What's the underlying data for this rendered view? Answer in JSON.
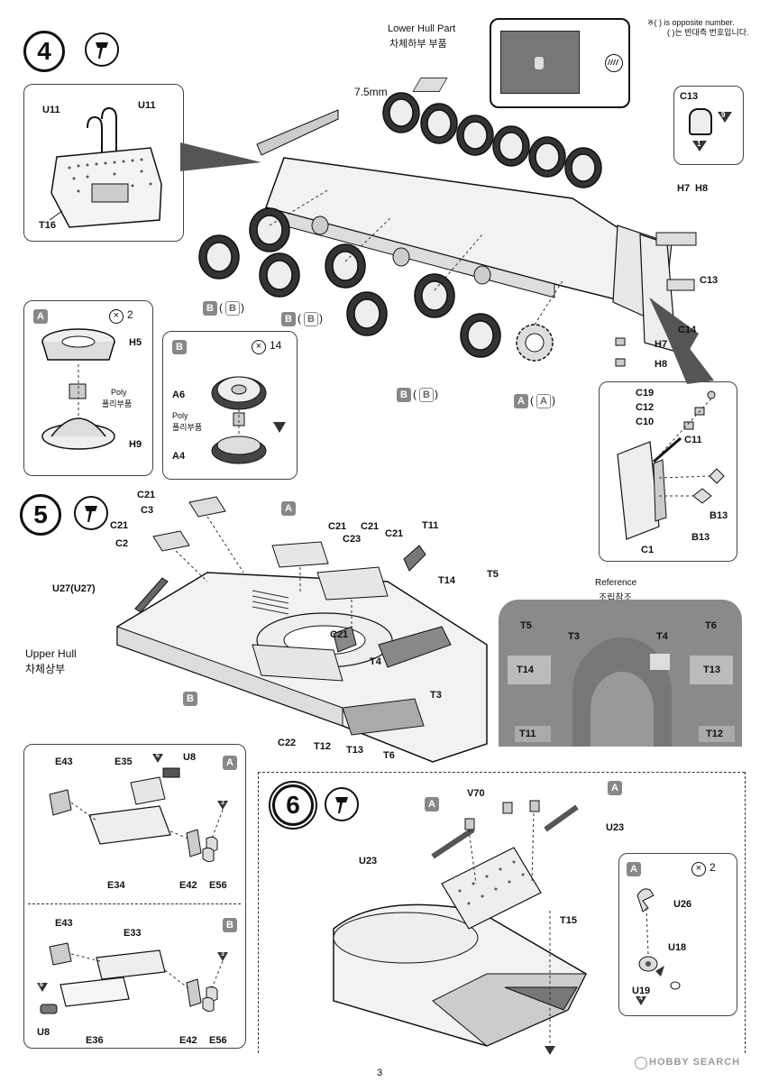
{
  "note": {
    "line1": "※( ) is opposite number.",
    "line2": "( )는 반대측 번호입니다."
  },
  "step4": {
    "number": "4",
    "lower_hull_label_en": "Lower Hull Part",
    "lower_hull_label_kr": "차체하부 부품",
    "dim": "7.5mm",
    "inset_u11_left": "U11",
    "inset_u11_right": "U11",
    "inset_t16": "T16",
    "c13_panel_label": "C13",
    "c13_panel_badge": "9",
    "c13_panel_badge2": "1",
    "h7_top": "H7",
    "h8_top": "H8",
    "c13": "C13",
    "c14": "C14",
    "h7": "H7",
    "h8": "H8",
    "b_left": "B",
    "b_left_paren": "B",
    "b_mid": "B",
    "b_mid_paren": "B",
    "b_bottom": "B",
    "b_bottom_paren": "B",
    "a_sprocket": "A",
    "a_sprocket_paren": "A",
    "sub_a": {
      "tag": "A",
      "count": "2",
      "h5": "H5",
      "poly_en": "Poly",
      "poly_kr": "폴리부품",
      "h9": "H9"
    },
    "sub_b": {
      "tag": "B",
      "count": "14",
      "a6": "A6",
      "poly_en": "Poly",
      "poly_kr": "폴리부품",
      "a4": "A4"
    },
    "sub_c": {
      "c19": "C19",
      "c12": "C12",
      "c10": "C10",
      "c11": "C11",
      "b13a": "B13",
      "b13b": "B13",
      "c1": "C1"
    }
  },
  "step5": {
    "number": "5",
    "c21a": "C21",
    "c3": "C3",
    "c21b": "C21",
    "c2": "C2",
    "a_tag": "A",
    "c21c": "C21",
    "c21d": "C21",
    "c23": "C23",
    "c21e": "C21",
    "t11": "T11",
    "u27": "U27(U27)",
    "t14": "T14",
    "t5": "T5",
    "upper_hull_en": "Upper Hull",
    "upper_hull_kr": "차체상부",
    "c21f": "C21",
    "t4": "T4",
    "b_tag": "B",
    "t3": "T3",
    "c22": "C22",
    "t12": "T12",
    "t13": "T13",
    "t6": "T6",
    "reference_en": "Reference",
    "reference_kr": "조립참조",
    "ref_t5": "T5",
    "ref_t3": "T3",
    "ref_t4": "T4",
    "ref_t6": "T6",
    "ref_t14": "T14",
    "ref_t13": "T13",
    "ref_t11": "T11",
    "ref_t12": "T12"
  },
  "sub_e_a": {
    "tag": "A",
    "e43": "E43",
    "e35": "E35",
    "u8": "U8",
    "u8_badge": "6",
    "e56_badge": "3",
    "e34": "E34",
    "e42": "E42",
    "e56": "E56"
  },
  "sub_e_b": {
    "tag": "B",
    "e43": "E43",
    "e33": "E33",
    "u8_badge": "6",
    "u8": "U8",
    "e56_badge": "3",
    "e36": "E36",
    "e42": "E42",
    "e56": "E56"
  },
  "step6": {
    "number": "6",
    "a_left": "A",
    "v70": "V70",
    "a_right": "A",
    "u23_right": "U23",
    "u23_left": "U23",
    "t15": "T15",
    "sub": {
      "tag": "A",
      "count": "2",
      "u26": "U26",
      "u18": "U18",
      "u19": "U19",
      "u19_badge": "4"
    }
  },
  "footer": {
    "page": "3",
    "watermark": "HOBBY SEARCH"
  }
}
